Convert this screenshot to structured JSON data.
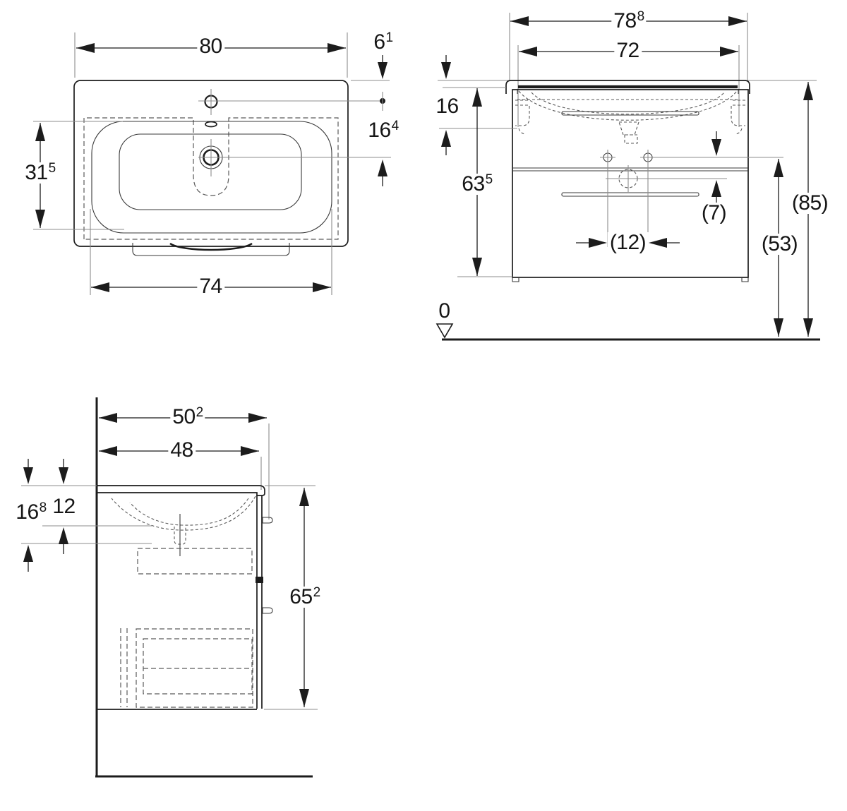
{
  "colors": {
    "line": "#1c1c1c",
    "extension_line": "#8c8c8c",
    "dashed_line": "#5a5a5a",
    "background": "#ffffff"
  },
  "views": {
    "plan": {
      "dims": {
        "total_width": {
          "main": "80",
          "sup": ""
        },
        "tap_hole_offset": {
          "main": "6",
          "sup": "1"
        },
        "tap_to_drain": {
          "main": "16",
          "sup": "4"
        },
        "basin_depth": {
          "main": "31",
          "sup": "5"
        },
        "cabinet_width": {
          "main": "74",
          "sup": ""
        }
      }
    },
    "front": {
      "dims": {
        "total_width": {
          "main": "78",
          "sup": "8"
        },
        "rim_width": {
          "main": "72",
          "sup": ""
        },
        "basin_height": {
          "main": "16",
          "sup": ""
        },
        "cabinet_height": {
          "main": "63",
          "sup": "5"
        },
        "hole_drop": {
          "main": "(7)",
          "sup": ""
        },
        "hole_spacing": {
          "main": "(12)",
          "sup": ""
        },
        "hole_height": {
          "main": "(53)",
          "sup": ""
        },
        "top_height": {
          "main": "(85)",
          "sup": ""
        },
        "floor_level": {
          "main": "0",
          "sup": ""
        }
      }
    },
    "side": {
      "dims": {
        "total_depth": {
          "main": "50",
          "sup": "2"
        },
        "cabinet_depth": {
          "main": "48",
          "sup": ""
        },
        "drain_drop": {
          "main": "16",
          "sup": "8"
        },
        "bowl_drop": {
          "main": "12",
          "sup": ""
        },
        "unit_height": {
          "main": "65",
          "sup": "2"
        }
      }
    }
  }
}
